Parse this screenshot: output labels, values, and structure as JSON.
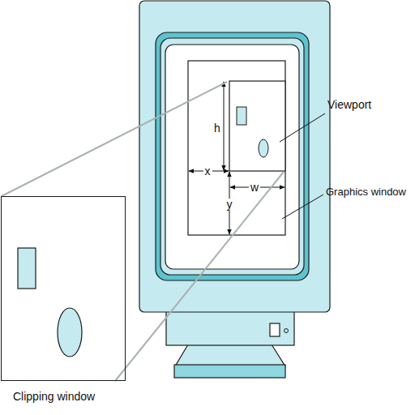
{
  "diagram": {
    "nodes": [
      {
        "text": [
          "Clipping window"
        ]
      }
    ],
    "labels": [
      "Viewport",
      "Graphics window",
      "h",
      "x",
      "y",
      "w"
    ]
  }
}
